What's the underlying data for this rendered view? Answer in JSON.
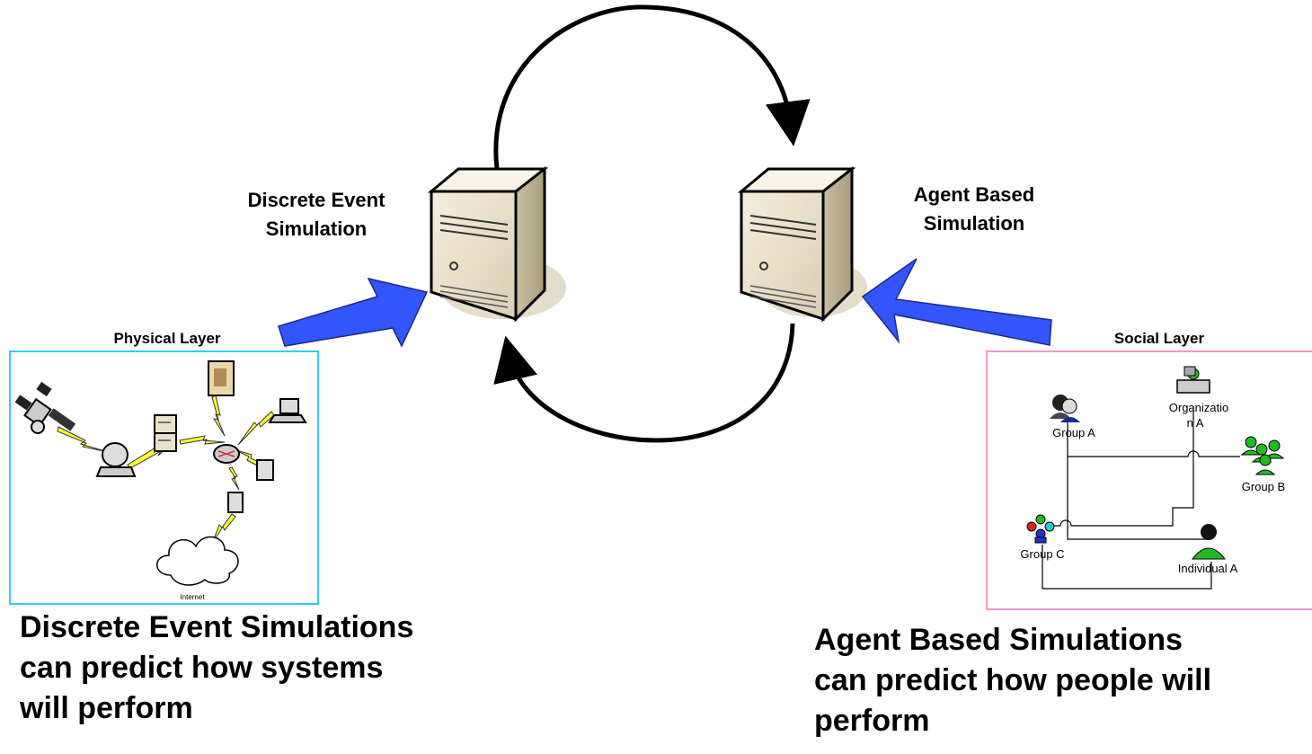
{
  "servers": {
    "des": {
      "label_line1": "Discrete Event",
      "label_line2": "Simulation"
    },
    "abs": {
      "label_line1": "Agent Based",
      "label_line2": "Simulation"
    }
  },
  "physical_layer": {
    "title": "Physical Layer",
    "border_color": "#33ccee",
    "cloud_label": "Internet"
  },
  "social_layer": {
    "title": "Social Layer",
    "border_color": "#ee99cc",
    "nodes": {
      "group_a": "Group A",
      "org_a_line1": "Organizatio",
      "org_a_line2": "n A",
      "group_b": "Group B",
      "group_c": "Group C",
      "individual_a": "Individual A"
    }
  },
  "captions": {
    "left": [
      "Discrete Event Simulations",
      "can predict how systems",
      "will perform"
    ],
    "right": [
      "Agent Based Simulations",
      "can predict how people will",
      "perform"
    ]
  },
  "colors": {
    "arrow_blue": "#3355ff",
    "lightning": "#ffff33",
    "server_body": "#eee6cc",
    "people_green": "#22bb22"
  }
}
